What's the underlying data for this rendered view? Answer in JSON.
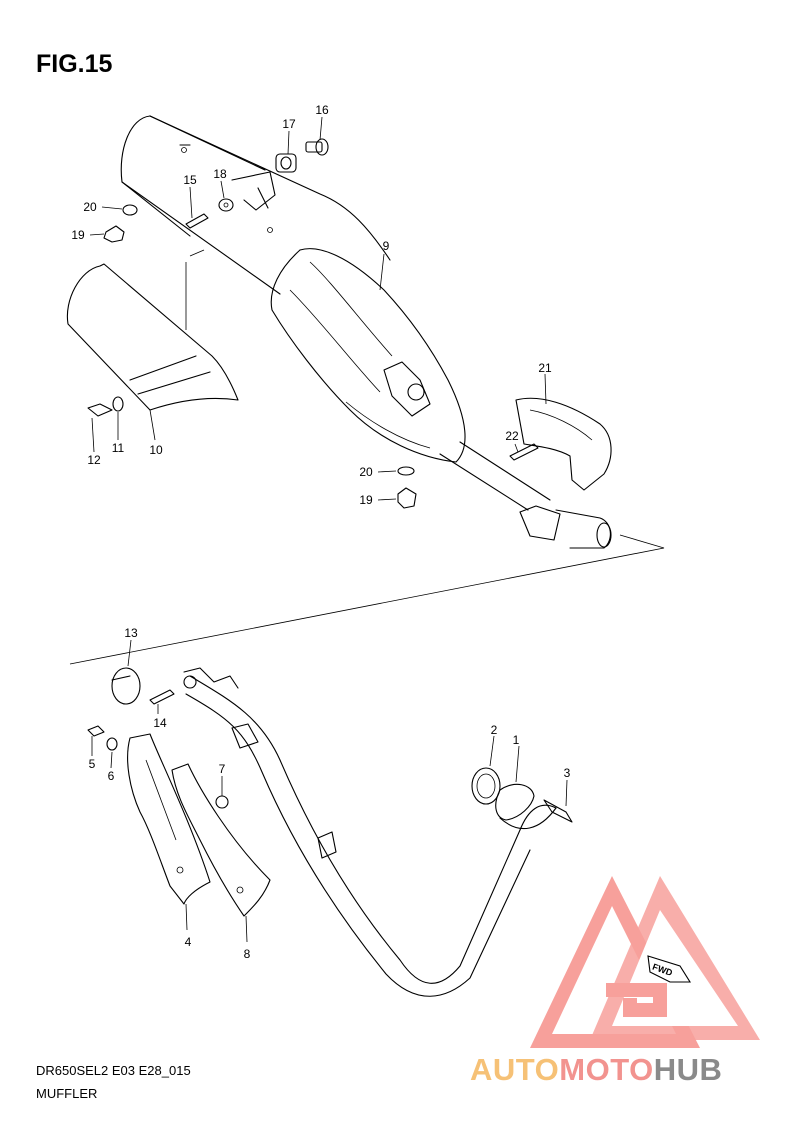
{
  "figure": {
    "title": "FIG.15"
  },
  "footer": {
    "code": "DR650SEL2 E03 E28_015",
    "section": "MUFFLER"
  },
  "callouts": [
    {
      "n": "1"
    },
    {
      "n": "2"
    },
    {
      "n": "3"
    },
    {
      "n": "4"
    },
    {
      "n": "5"
    },
    {
      "n": "6"
    },
    {
      "n": "7"
    },
    {
      "n": "8"
    },
    {
      "n": "9"
    },
    {
      "n": "10"
    },
    {
      "n": "11"
    },
    {
      "n": "12"
    },
    {
      "n": "13"
    },
    {
      "n": "14"
    },
    {
      "n": "15"
    },
    {
      "n": "16"
    },
    {
      "n": "17"
    },
    {
      "n": "18"
    },
    {
      "n": "19"
    },
    {
      "n": "20"
    },
    {
      "n": "21"
    },
    {
      "n": "22"
    },
    {
      "n": "20"
    },
    {
      "n": "19"
    }
  ],
  "fwd_label": "FWD",
  "watermark": {
    "part1": "AUTO",
    "part2": "MOTO",
    "part3": "HUB",
    "color1": "#f6c176",
    "color2": "#f2938f",
    "color3": "#8a8a8a"
  }
}
